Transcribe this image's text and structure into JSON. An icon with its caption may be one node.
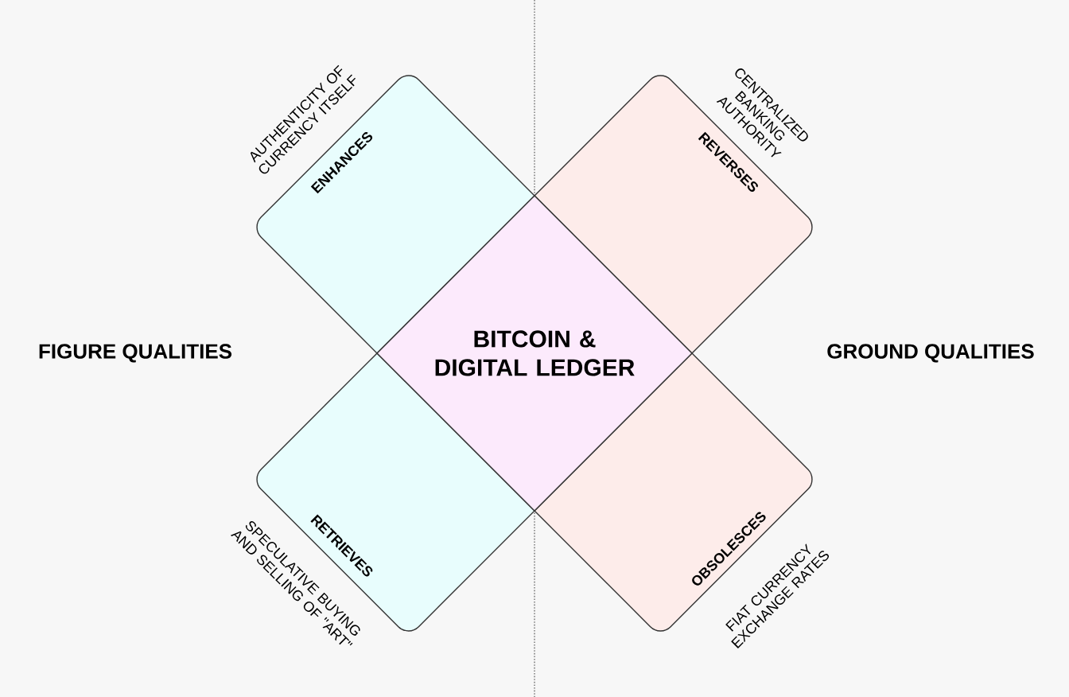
{
  "diagram": {
    "nodes": [
      {
        "text": [
          "BITCOIN & DIGITAL LEDGER"
        ]
      },
      {
        "text": [
          "ENHANCES"
        ],
        "beside": [
          "AUTHENTICITY OF CURRENCY ITSELF"
        ]
      },
      {
        "text": [
          "REVERSES"
        ],
        "beside": [
          "CENTRALIZED BANKING AUTHORITY"
        ]
      },
      {
        "text": [
          "RETRIEVES"
        ],
        "beside": [
          "SPECULATIVE BUYING AND SELLING OF \"ART\""
        ]
      },
      {
        "text": [
          "OBSOLESCES"
        ],
        "beside": [
          "FIAT CURRENCY EXCHANGE RATES"
        ]
      }
    ],
    "edges": [],
    "labels": [
      "FIGURE QUALITIES",
      "GROUND QUALITIES"
    ]
  }
}
